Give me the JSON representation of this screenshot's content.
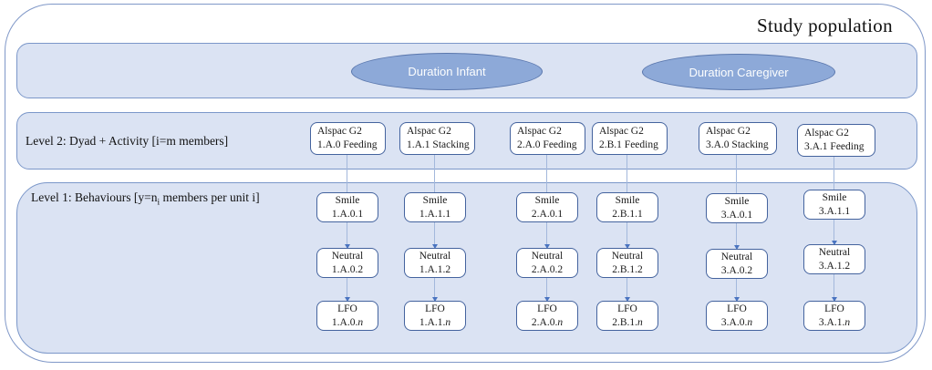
{
  "title": "Study population",
  "colors": {
    "band_fill": "#dbe3f3",
    "band_border": "#7b97c9",
    "box_border": "#44639e",
    "ellipse_fill": "#8da9d8",
    "ellipse_border": "#5a77ad",
    "connector_line": "#a3b8dc",
    "arrowhead": "#4a74c0",
    "outer_border": "#8098c8"
  },
  "bands": {
    "duration": {
      "infant_label": "Duration Infant",
      "caregiver_label": "Duration Caregiver"
    },
    "level2": {
      "label": "Level 2: Dyad + Activity [i=m members]"
    },
    "level1": {
      "label_pre": "Level 1: Behaviours [y=n",
      "label_sub": "i",
      "label_post": " members per unit i]"
    }
  },
  "columns": [
    {
      "level2": {
        "line1": "Alspac G2",
        "line2": "1.A.0 Feeding"
      },
      "smile": {
        "line1": "Smile",
        "line2": "1.A.0.1"
      },
      "neutral": {
        "line1": "Neutral",
        "line2": "1.A.0.2"
      },
      "lfo": {
        "line1": "LFO",
        "line2_prefix": "1.A.0.",
        "line2_italic": "n"
      }
    },
    {
      "level2": {
        "line1": "Alspac G2",
        "line2": "1.A.1 Stacking"
      },
      "smile": {
        "line1": "Smile",
        "line2": "1.A.1.1"
      },
      "neutral": {
        "line1": "Neutral",
        "line2": "1.A.1.2"
      },
      "lfo": {
        "line1": "LFO",
        "line2_prefix": "1.A.1.",
        "line2_italic": "n"
      }
    },
    {
      "level2": {
        "line1": "Alspac G2",
        "line2": "2.A.0 Feeding"
      },
      "smile": {
        "line1": "Smile",
        "line2": "2.A.0.1"
      },
      "neutral": {
        "line1": "Neutral",
        "line2": "2.A.0.2"
      },
      "lfo": {
        "line1": "LFO",
        "line2_prefix": "2.A.0.",
        "line2_italic": "n"
      }
    },
    {
      "level2": {
        "line1": "Alspac G2",
        "line2": "2.B.1 Feeding"
      },
      "smile": {
        "line1": "Smile",
        "line2": "2.B.1.1"
      },
      "neutral": {
        "line1": "Neutral",
        "line2": "2.B.1.2"
      },
      "lfo": {
        "line1": "LFO",
        "line2_prefix": "2.B.1.",
        "line2_italic": "n"
      }
    },
    {
      "level2": {
        "line1": "Alspac G2",
        "line2": "3.A.0 Stacking"
      },
      "smile": {
        "line1": "Smile",
        "line2": "3.A.0.1"
      },
      "neutral": {
        "line1": "Neutral",
        "line2": "3.A.0.2"
      },
      "lfo": {
        "line1": "LFO",
        "line2_prefix": "3.A.0.",
        "line2_italic": "n"
      }
    },
    {
      "level2": {
        "line1": "Alspac G2",
        "line2": "3.A.1 Feeding"
      },
      "smile": {
        "line1": "Smile",
        "line2": "3.A.1.1"
      },
      "neutral": {
        "line1": "Neutral",
        "line2": "3.A.1.2"
      },
      "lfo": {
        "line1": "LFO",
        "line2_prefix": "3.A.1.",
        "line2_italic": "n"
      }
    }
  ]
}
